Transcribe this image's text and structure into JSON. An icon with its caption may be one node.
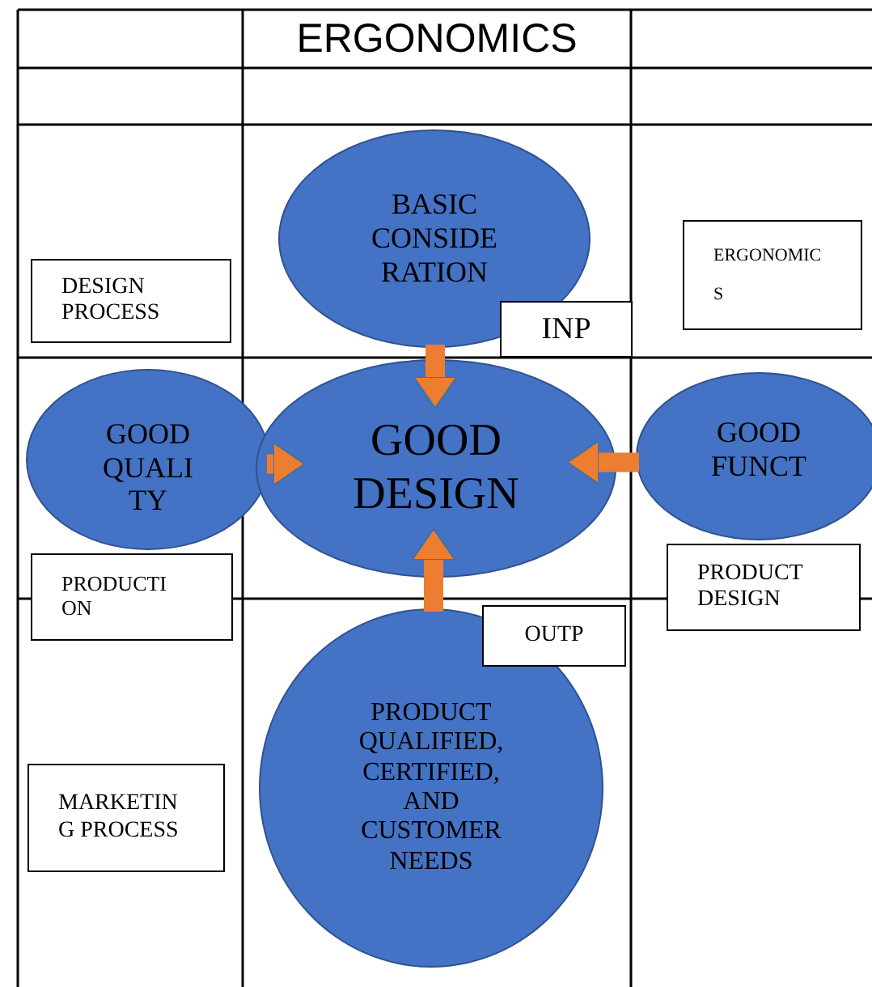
{
  "diagram": {
    "title": "ERGONOMICS",
    "nodes": [
      {
        "text": [
          "BASIC CONSIDE RATION"
        ]
      },
      {
        "text": [
          "ERGONOMIC S"
        ]
      },
      {
        "text": [
          "DESIGN PROCESS"
        ]
      },
      {
        "text": [
          "INP"
        ]
      },
      {
        "text": [
          "GOOD QUALI TY"
        ]
      },
      {
        "text": [
          "GOOD DESIGN"
        ]
      },
      {
        "text": [
          "GOOD FUNCT"
        ]
      },
      {
        "text": [
          "PRODUCTI ON"
        ]
      },
      {
        "text": [
          "PRODUCT DESIGN"
        ]
      },
      {
        "text": [
          "OUTP"
        ]
      },
      {
        "text": [
          "PRODUCT QUALIFIED, CERTIFIED, AND CUSTOMER NEEDS"
        ]
      },
      {
        "text": [
          "MARKETIN G PROCESS"
        ]
      }
    ],
    "edges": [
      {
        "from": 0,
        "to": 5,
        "arrow": "to"
      },
      {
        "from": 4,
        "to": 5,
        "arrow": "to"
      },
      {
        "from": 6,
        "to": 5,
        "arrow": "to"
      },
      {
        "from": 10,
        "to": 5,
        "arrow": "to"
      }
    ]
  }
}
